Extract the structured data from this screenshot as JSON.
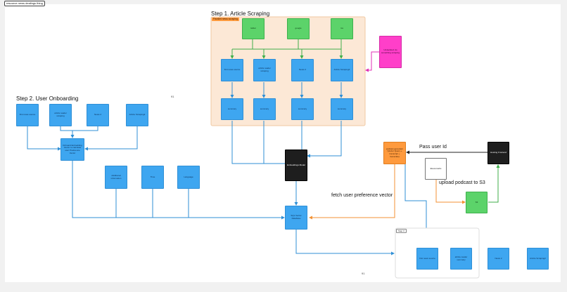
{
  "canvas": {
    "title": "resource news dealings thing"
  },
  "colors": {
    "blue": "#3ea6f0",
    "green": "#5cd36a",
    "black": "#1e1e1e",
    "orange": "#ff9a3d",
    "magenta": "#ff3fc9",
    "peach": "#fce8d6",
    "wire_blue": "#2f8fd6",
    "wire_green": "#3fae4a",
    "wire_orange": "#f39234",
    "wire_magenta": "#e02fb5",
    "wire_dark": "#222222"
  },
  "step1": {
    "heading": "Step 1. Article Scraping",
    "tag": "Parallel news scraping",
    "sources": [
      "twitter",
      "google",
      "rss"
    ],
    "scrapers": [
      "first news source",
      "article reader scraping",
      "News 2",
      "Article Scraping2"
    ],
    "summaries": [
      "summary",
      "summary",
      "summary",
      "summary"
    ],
    "note": "Undecided: do something scraping"
  },
  "step2": {
    "heading": "Step 2. User Onboarding",
    "inputs": [
      "first news source",
      "article reader scraping",
      "News 2",
      "Article Scraping2"
    ],
    "embed": "Onboard Embedding Vector to calculate user Preference Vector",
    "extras": [
      "Additional information",
      "Time",
      "Language"
    ]
  },
  "middle": {
    "embeddings": "Embeddings Model",
    "database": "SQL Vector Database"
  },
  "right": {
    "labels": {
      "pass_user_id": "Pass user Id",
      "upload": "upload podcast to S3",
      "fetch": "fetch user preference vector"
    },
    "podcast_gen": "podcast generator (Vector Query + transcript + Generate)",
    "frontend": "Hosting Frontend",
    "elevenlabs": "ElevenLabs",
    "s3": "S3"
  },
  "output": {
    "tag": "Step 3",
    "items": [
      "first news source",
      "article reader summary",
      "News 2",
      "Article Scraping2"
    ]
  },
  "markers": [
    "91",
    "91"
  ]
}
